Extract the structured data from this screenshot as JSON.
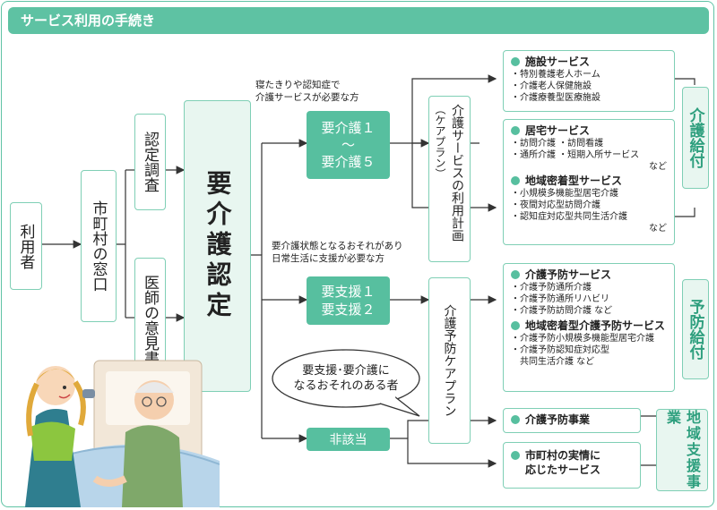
{
  "header": {
    "title": "サービス利用の手続き"
  },
  "flow": {
    "user": "利用者",
    "window": "市町村の窓口",
    "survey": "認定調査",
    "doctor": "医師の意見書",
    "certification": "要介護認定",
    "care_level": {
      "line1": "要介護１",
      "line2": "〜",
      "line3": "要介護５"
    },
    "care_level_note": {
      "line1": "寝たきりや認知症で",
      "line2": "介護サービスが必要な方"
    },
    "support_level": {
      "line1": "要支援１",
      "line2": "要支援２"
    },
    "support_level_note": {
      "line1": "要介護状態となるおそれがあり",
      "line2": "日常生活に支援が必要な方"
    },
    "not_applicable": "非該当",
    "bubble": {
      "line1": "要支援･要介護に",
      "line2": "なるおそれのある者"
    },
    "care_plan": {
      "main": "介護サービスの利用計画",
      "sub": "（ケアプラン）"
    },
    "prevention_plan": "介護予防ケアプラン"
  },
  "services": {
    "facility": {
      "title": "施設サービス",
      "items": [
        "・特別養護老人ホーム",
        "・介護老人保健施設",
        "・介護療養型医療施設"
      ]
    },
    "home": {
      "title": "居宅サービス",
      "items": [
        "・訪問介護 ・訪問看護",
        "・通所介護 ・短期入所サービス"
      ],
      "etc": "など"
    },
    "community": {
      "title": "地域密着型サービス",
      "items": [
        "・小規模多機能型居宅介護",
        "・夜間対応型訪問介護",
        "・認知症対応型共同生活介護"
      ],
      "etc": "など"
    },
    "prevention": {
      "title": "介護予防サービス",
      "items": [
        "・介護予防通所介護",
        "・介護予防通所リハビリ",
        "・介護予防訪問介護 など"
      ]
    },
    "community_prevention": {
      "title": "地域密着型介護予防サービス",
      "items": [
        "・介護予防小規模多機能型居宅介護",
        "・介護予防認知症対応型",
        "　共同生活介護 など"
      ]
    },
    "prevention_project": {
      "title": "介護予防事業"
    },
    "municipal": {
      "title1": "市町村の実情に",
      "title2": "応じたサービス"
    }
  },
  "benefits": {
    "care": "介護給付",
    "prevention": "予防給付",
    "community": "地域支援事業"
  },
  "colors": {
    "accent": "#57bf9f",
    "border": "#7fcfb5",
    "light": "#e8f6f0"
  }
}
